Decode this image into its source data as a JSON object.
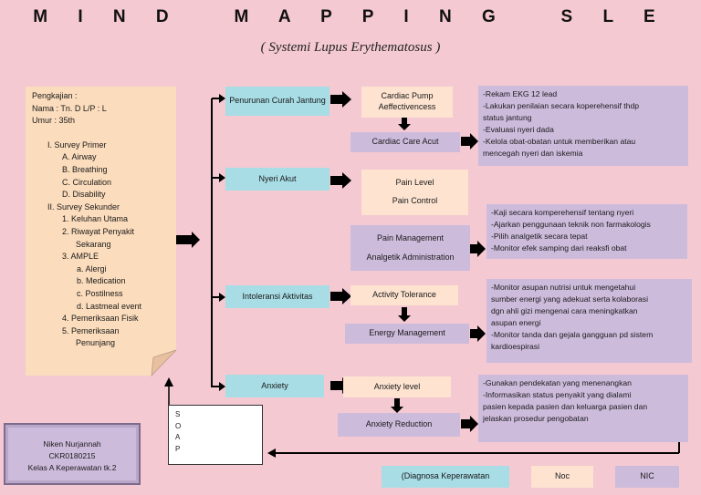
{
  "header": {
    "title": "M I N D   M A P P I N G   S L E",
    "subtitle": "( Systemi Lupus Erythematosus )"
  },
  "assessment": {
    "lines": [
      "Pengkajian :",
      "Nama : Tn. D    L/P : L",
      "Umur : 35th",
      "",
      "I.  Survey Primer",
      "A.  Airway",
      "B.  Breathing",
      "C.  Circulation",
      "D.  Disability",
      "II.  Survey Sekunder",
      "1.  Keluhan Utama",
      "2.  Riwayat Penyakit",
      "Sekarang",
      "3.  AMPLE",
      "a.  Alergi",
      "b.  Medication",
      "c.  Postilness",
      "d.  Lastmeal event",
      "4.  Pemeriksaan Fisik",
      "5.  Pemeriksaan",
      "Penunjang"
    ]
  },
  "soap": [
    "S",
    "O",
    "A",
    "P"
  ],
  "author": {
    "name": "Niken Nurjannah",
    "nim": "CKR0180215",
    "class": "Kelas A Keperawatan tk.2"
  },
  "diagnoses": [
    {
      "label": "Penurunan Curah Jantung",
      "noc": [
        "Cardiac Pump",
        "Aeffectivencess"
      ],
      "action": [
        "Cardiac Care Acut"
      ],
      "nic": [
        "-Rekam EKG 12 lead",
        "-Lakukan penilaian secara koperehensif thdp",
        "status jantung",
        "-Evaluasi nyeri dada",
        "-Kelola obat-obatan untuk memberikan atau",
        "mencegah nyeri dan iskemia"
      ]
    },
    {
      "label": "Nyeri Akut",
      "noc": [
        "Pain Level",
        "",
        "Pain Control"
      ],
      "action": [
        "Pain Management",
        "",
        "Analgetik Administration"
      ],
      "nic": [
        "-Kaji secara komperehensif tentang nyeri",
        "-Ajarkan penggunaan teknik non farmakologis",
        "-Pilih analgetik secara tepat",
        "-Monitor efek samping dari reaksfi obat"
      ]
    },
    {
      "label": "Intoleransi Aktivitas",
      "noc": [
        "Activity Tolerance"
      ],
      "action": [
        "Energy Management"
      ],
      "nic": [
        "-Monitor asupan nutrisi untuk mengetahui",
        "sumber energi yang adekuat serta kolaborasi",
        "dgn ahli gizi mengenai cara meningkatkan",
        "asupan energi",
        "-Monitor tanda dan gejala gangguan pd sistem",
        "kardioespirasi"
      ]
    },
    {
      "label": "Anxiety",
      "noc": [
        "Anxiety level"
      ],
      "action": [
        "Anxiety Reduction"
      ],
      "nic": [
        "-Gunakan pendekatan yang menenangkan",
        "-Informasikan status penyakit yang dialami",
        "pasien kepada pasien dan keluarga pasien dan",
        "jelaskan prosedur pengobatan"
      ]
    }
  ],
  "legend": {
    "diagnosis": "(Diagnosa Keperawatan",
    "noc": "Noc",
    "nic": "NIC"
  },
  "colors": {
    "background": "#f4c9d1",
    "assessment": "#fbdcbc",
    "diagnosis": "#a8dde6",
    "noc": "#fde3d0",
    "nic": "#cdbbdc"
  }
}
